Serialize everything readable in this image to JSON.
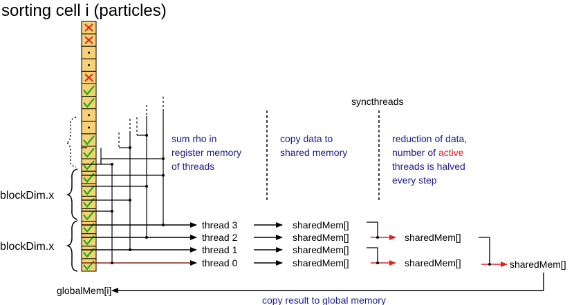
{
  "title": "sorting cell i (particles)",
  "labels": {
    "block_dim_upper": "blockDim.x",
    "block_dim_lower": "blockDim.x",
    "syncthreads": "syncthreads",
    "sum_rho": [
      "sum rho in",
      "register memory",
      "of threads"
    ],
    "copy_data": [
      "copy data to",
      "shared memory"
    ],
    "reduction": {
      "line1": "reduction of data,",
      "line2_prefix": "number of ",
      "line2_highlight": "active",
      "line3": "threads is halved",
      "line4": "every step"
    },
    "threads": [
      "thread 3",
      "thread 2",
      "thread 1",
      "thread 0"
    ],
    "shared_col1": [
      "sharedMem[]",
      "sharedMem[]",
      "sharedMem[]",
      "sharedMem[]"
    ],
    "shared_col2": [
      "sharedMem[]",
      "sharedMem[]"
    ],
    "shared_col3": "sharedMem[]",
    "global_mem": "globalMem[i]",
    "copy_result": "copy result to global memory"
  },
  "cells": [
    "x",
    "x",
    "dot",
    "dot",
    "x",
    "check",
    "check",
    "dot",
    "dot",
    "check",
    "check",
    "check",
    "check",
    "check",
    "check",
    "check",
    "check",
    "check",
    "check",
    "check"
  ],
  "colors": {
    "cell_fill": "#f7d175",
    "cross": "#e02020",
    "check": "#22b022",
    "blue_text": "#1a1a8c",
    "active": "#e02020",
    "red_arrow": "#e02020"
  }
}
